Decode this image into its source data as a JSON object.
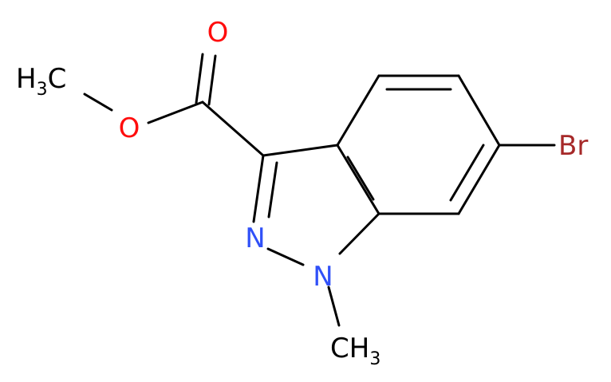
{
  "colors": {
    "bond": "#000000",
    "carbon": "#000000",
    "oxygen": "#ff0d0d",
    "nitrogen": "#3050f8",
    "bromine": "#a62929"
  },
  "atoms": {
    "carbonyl_oxygen": "O",
    "ester_oxygen": "O",
    "ester_methyl_h": "H",
    "ester_methyl_sub": "3",
    "ester_methyl_c": "C",
    "n2": "N",
    "n1": "N",
    "n_methyl_c": "CH",
    "n_methyl_sub": "3",
    "bromine": "Br"
  }
}
